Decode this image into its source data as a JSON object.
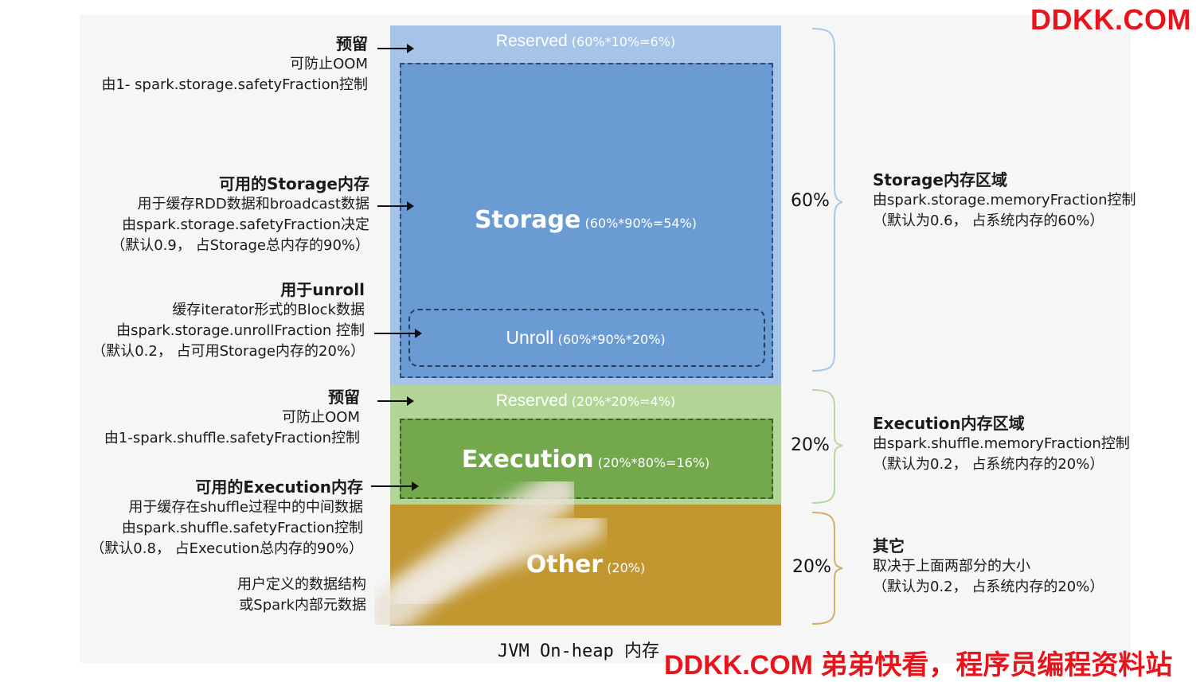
{
  "watermark_top": "DDKK.COM",
  "watermark_bottom": "DDKK.COM 弟弟快看，程序员编程资料站",
  "caption": "JVM On-heap 内存",
  "segments": {
    "reserved_top": {
      "name": "Reserved",
      "formula": "(60%*10%=6%)"
    },
    "storage": {
      "name": "Storage",
      "formula": "(60%*90%=54%)"
    },
    "unroll": {
      "name": "Unroll",
      "formula": "(60%*90%*20%)"
    },
    "reserved_exec": {
      "name": "Reserved",
      "formula": "(20%*20%=4%)"
    },
    "execution": {
      "name": "Execution",
      "formula": "(20%*80%=16%)"
    },
    "other": {
      "name": "Other",
      "formula": "(20%)"
    }
  },
  "left": {
    "reserved_top": {
      "title": "预留",
      "lines": [
        "可防止OOM",
        "由1- spark.storage.safetyFraction控制"
      ]
    },
    "storage": {
      "title": "可用的Storage内存",
      "lines": [
        "用于缓存RDD数据和broadcast数据",
        "由spark.storage.safetyFraction决定",
        "（默认0.9， 占Storage总内存的90%）"
      ]
    },
    "unroll": {
      "title": "用于unroll",
      "lines": [
        "缓存iterator形式的Block数据",
        "由spark.storage.unrollFraction 控制",
        "（默认0.2， 占可用Storage内存的20%）"
      ]
    },
    "reserved_exec": {
      "title": "预留",
      "lines": [
        "可防止OOM",
        "由1-spark.shuffle.safetyFraction控制"
      ]
    },
    "execution": {
      "title": "可用的Execution内存",
      "lines": [
        "用于缓存在shuffle过程中的中间数据",
        "由spark.shuffle.safetyFraction控制",
        "（默认0.8， 占Execution总内存的90%）"
      ]
    },
    "other": {
      "lines": [
        "用户定义的数据结构",
        "或Spark内部元数据"
      ]
    }
  },
  "right": {
    "storage": {
      "pct": "60%",
      "title": "Storage内存区域",
      "lines": [
        "由spark.storage.memoryFraction控制",
        "（默认为0.6， 占系统内存的60%）"
      ]
    },
    "execution": {
      "pct": "20%",
      "title": "Execution内存区域",
      "lines": [
        "由spark.shuffle.memoryFraction控制",
        "（默认为0.2， 占系统内存的20%）"
      ]
    },
    "other": {
      "pct": "20%",
      "title": "其它",
      "lines": [
        "取决于上面两部分的大小",
        "（默认为0.2， 占系统内存的20%）"
      ]
    }
  }
}
